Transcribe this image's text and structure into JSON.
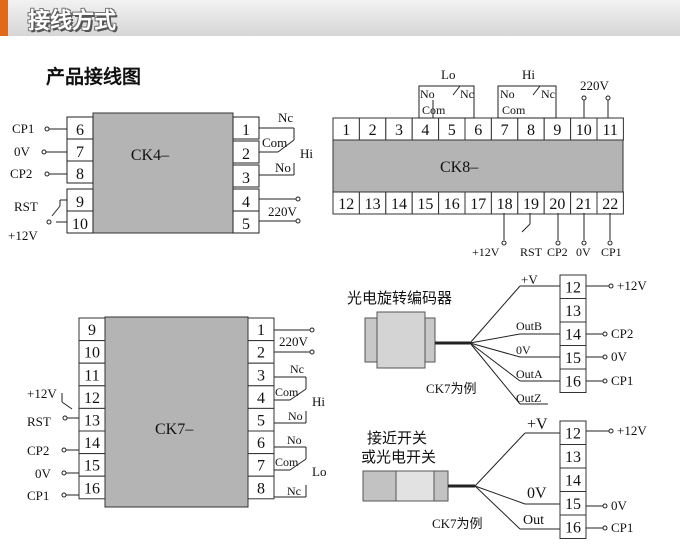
{
  "header": {
    "title": "接线方式"
  },
  "section_title": "产品接线图",
  "ck4": {
    "name": "CK4–",
    "left_pins": [
      "6",
      "7",
      "8",
      "9",
      "10"
    ],
    "right_pins": [
      "1",
      "2",
      "3",
      "4",
      "5"
    ],
    "left_labels": [
      "CP1",
      "0V",
      "CP2",
      "RST",
      "+12V"
    ],
    "relay": {
      "nc": "Nc",
      "com": "Com",
      "no": "No",
      "hi": "Hi"
    },
    "power": "220V"
  },
  "ck8": {
    "name": "CK8–",
    "top_pins": [
      "1",
      "2",
      "3",
      "4",
      "5",
      "6",
      "7",
      "8",
      "9",
      "10",
      "11"
    ],
    "bottom_pins": [
      "12",
      "13",
      "14",
      "15",
      "16",
      "17",
      "18",
      "19",
      "20",
      "21",
      "22"
    ],
    "lo": {
      "label": "Lo",
      "no": "No",
      "com": "Com",
      "nc": "Nc"
    },
    "hi": {
      "label": "Hi",
      "no": "No",
      "com": "Com",
      "nc": "Nc"
    },
    "power": "220V",
    "bottom_labels": [
      "+12V",
      "RST",
      "CP2",
      "0V",
      "CP1"
    ]
  },
  "ck7": {
    "name": "CK7–",
    "left_pins": [
      "9",
      "10",
      "11",
      "12",
      "13",
      "14",
      "15",
      "16"
    ],
    "right_pins": [
      "1",
      "2",
      "3",
      "4",
      "5",
      "6",
      "7",
      "8"
    ],
    "left_labels": [
      "+12V",
      "RST",
      "CP2",
      "0V",
      "CP1"
    ],
    "power": "220V",
    "hi": {
      "nc": "Nc",
      "com": "Com",
      "no": "No",
      "label": "Hi"
    },
    "lo": {
      "no": "No",
      "com": "Com",
      "nc": "Nc",
      "label": "Lo"
    }
  },
  "encoder": {
    "title": "光电旋转编码器",
    "wires": [
      "+V",
      "OutB",
      "0V",
      "OutA",
      "OutZ"
    ],
    "pins": [
      "12",
      "13",
      "14",
      "15",
      "16"
    ],
    "right_labels": [
      "+12V",
      "CP2",
      "0V",
      "CP1"
    ],
    "example": "CK7为例"
  },
  "switch": {
    "title_line1": "接近开关",
    "title_line2": "或光电开关",
    "wires": [
      "+V",
      "0V",
      "Out"
    ],
    "pins": [
      "12",
      "13",
      "14",
      "15",
      "16"
    ],
    "right_labels": [
      "+12V",
      "0V",
      "CP1"
    ],
    "example": "CK7为例"
  },
  "colors": {
    "module_gray": "#b4b4b4",
    "accent": "#e06a1a"
  }
}
